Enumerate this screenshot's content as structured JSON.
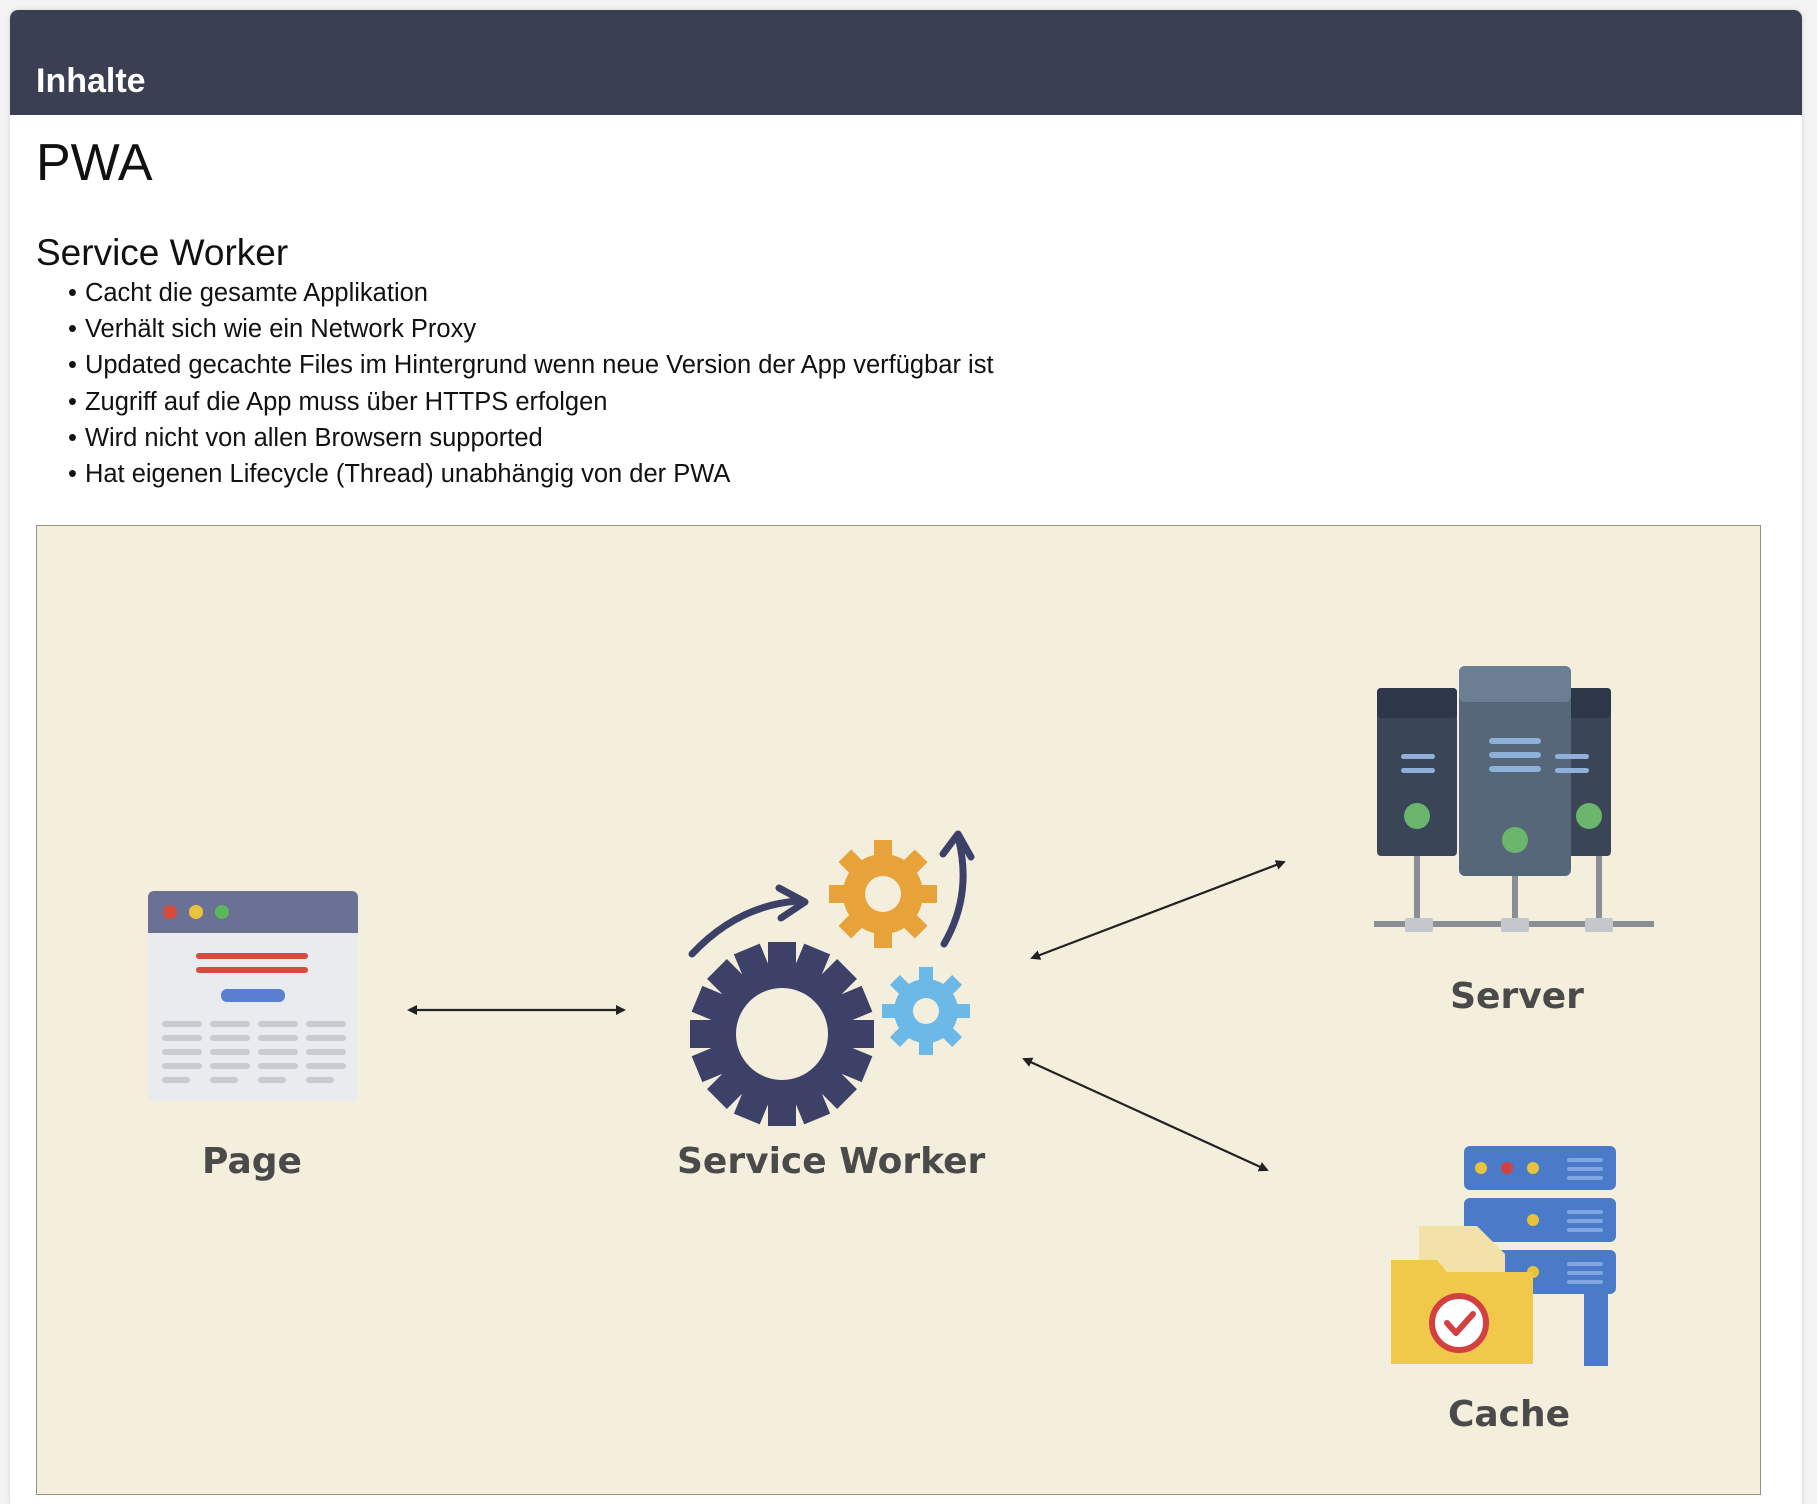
{
  "header": {
    "title": "Inhalte"
  },
  "main": {
    "title": "PWA",
    "section": {
      "title": "Service Worker",
      "bullets": [
        "Cacht die gesamte Applikation",
        "Verhält sich wie ein Network Proxy",
        "Updated gecachte Files im Hintergrund wenn neue Version der App verfügbar ist",
        "Zugriff auf die App muss über HTTPS erfolgen",
        "Wird nicht von allen Browsern supported",
        "Hat eigenen Lifecycle (Thread) unabhängig von der PWA"
      ]
    },
    "diagram": {
      "labels": {
        "page": "Page",
        "service_worker": "Service Worker",
        "server": "Server",
        "cache": "Cache"
      },
      "icons": [
        "browser-page-icon",
        "gears-icon",
        "server-rack-icon",
        "cache-database-icon"
      ],
      "colors": {
        "background": "#f4eedd",
        "navy": "#3d4168",
        "orange": "#e8a23a",
        "light_blue": "#6cb8e6",
        "server_dark": "#3a4558",
        "green": "#6cb56c",
        "cache_blue": "#4a7ac8",
        "folder_yellow": "#f0c84a",
        "check_red": "#d24040"
      }
    }
  }
}
